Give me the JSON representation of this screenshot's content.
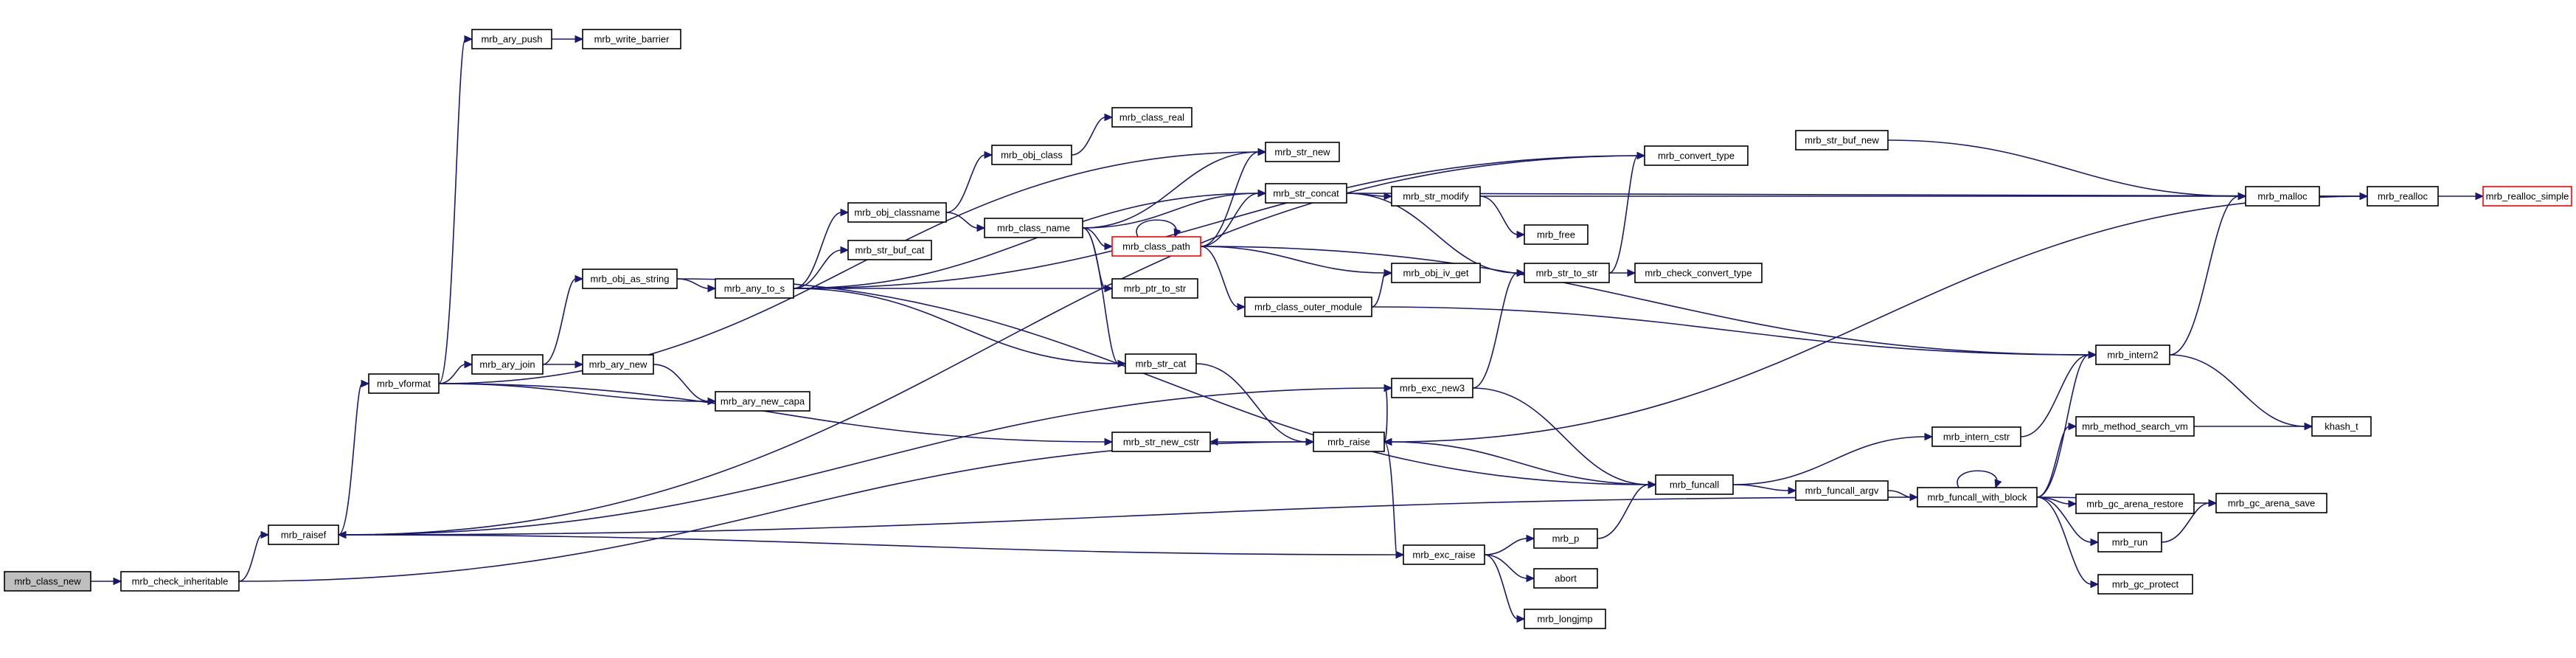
{
  "graph": {
    "edge_color": "#191970",
    "root_fill": "#bfbfbf",
    "highlight_border": "#ff0000",
    "nodes": [
      {
        "id": "class_new",
        "label": "mrb_class_new",
        "root": true
      },
      {
        "id": "check_inheritable",
        "label": "mrb_check_inheritable"
      },
      {
        "id": "raisef",
        "label": "mrb_raisef"
      },
      {
        "id": "vformat",
        "label": "mrb_vformat"
      },
      {
        "id": "ary_push",
        "label": "mrb_ary_push"
      },
      {
        "id": "write_barrier",
        "label": "mrb_write_barrier"
      },
      {
        "id": "ary_join",
        "label": "mrb_ary_join"
      },
      {
        "id": "ary_new",
        "label": "mrb_ary_new"
      },
      {
        "id": "ary_new_capa",
        "label": "mrb_ary_new_capa"
      },
      {
        "id": "obj_as_string",
        "label": "mrb_obj_as_string"
      },
      {
        "id": "any_to_s",
        "label": "mrb_any_to_s"
      },
      {
        "id": "obj_classname",
        "label": "mrb_obj_classname"
      },
      {
        "id": "str_buf_cat",
        "label": "mrb_str_buf_cat"
      },
      {
        "id": "obj_class",
        "label": "mrb_obj_class"
      },
      {
        "id": "class_real",
        "label": "mrb_class_real"
      },
      {
        "id": "class_name",
        "label": "mrb_class_name"
      },
      {
        "id": "class_path",
        "label": "mrb_class_path",
        "highlight": true
      },
      {
        "id": "str_new",
        "label": "mrb_str_new"
      },
      {
        "id": "str_concat",
        "label": "mrb_str_concat"
      },
      {
        "id": "ptr_to_str",
        "label": "mrb_ptr_to_str"
      },
      {
        "id": "str_cat",
        "label": "mrb_str_cat"
      },
      {
        "id": "str_new_cstr",
        "label": "mrb_str_new_cstr"
      },
      {
        "id": "class_outer_module",
        "label": "mrb_class_outer_module"
      },
      {
        "id": "obj_iv_get",
        "label": "mrb_obj_iv_get"
      },
      {
        "id": "str_modify",
        "label": "mrb_str_modify"
      },
      {
        "id": "free",
        "label": "mrb_free"
      },
      {
        "id": "str_to_str",
        "label": "mrb_str_to_str"
      },
      {
        "id": "check_convert_type",
        "label": "mrb_check_convert_type"
      },
      {
        "id": "convert_type",
        "label": "mrb_convert_type"
      },
      {
        "id": "str_buf_new",
        "label": "mrb_str_buf_new"
      },
      {
        "id": "malloc",
        "label": "mrb_malloc"
      },
      {
        "id": "realloc",
        "label": "mrb_realloc"
      },
      {
        "id": "realloc_simple",
        "label": "mrb_realloc_simple",
        "highlight": true
      },
      {
        "id": "raise",
        "label": "mrb_raise"
      },
      {
        "id": "exc_new3",
        "label": "mrb_exc_new3"
      },
      {
        "id": "exc_raise",
        "label": "mrb_exc_raise"
      },
      {
        "id": "p",
        "label": "mrb_p"
      },
      {
        "id": "abort",
        "label": "abort"
      },
      {
        "id": "longjmp",
        "label": "mrb_longjmp"
      },
      {
        "id": "funcall",
        "label": "mrb_funcall"
      },
      {
        "id": "funcall_argv",
        "label": "mrb_funcall_argv"
      },
      {
        "id": "funcall_with_block",
        "label": "mrb_funcall_with_block"
      },
      {
        "id": "intern_cstr",
        "label": "mrb_intern_cstr"
      },
      {
        "id": "intern2",
        "label": "mrb_intern2"
      },
      {
        "id": "method_search_vm",
        "label": "mrb_method_search_vm"
      },
      {
        "id": "khash_t",
        "label": "khash_t"
      },
      {
        "id": "gc_arena_restore",
        "label": "mrb_gc_arena_restore"
      },
      {
        "id": "gc_arena_save",
        "label": "mrb_gc_arena_save"
      },
      {
        "id": "run",
        "label": "mrb_run"
      },
      {
        "id": "gc_protect",
        "label": "mrb_gc_protect"
      }
    ]
  }
}
